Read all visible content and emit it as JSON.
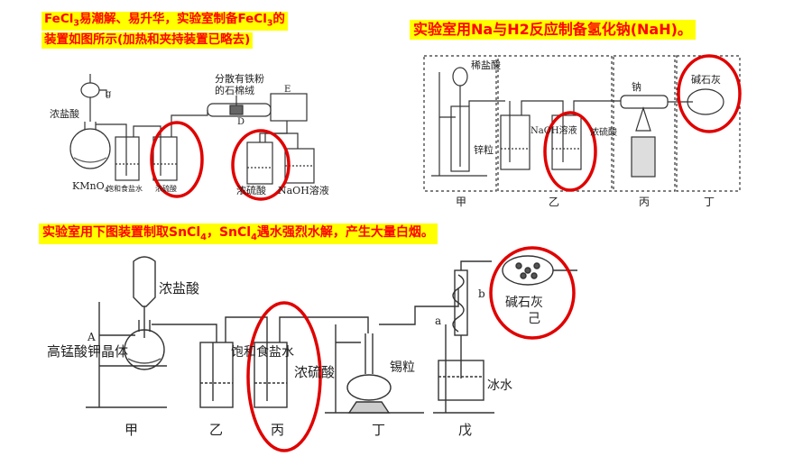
{
  "headings": {
    "fecl3_line1_a": "FeCl",
    "fecl3_line1_sub": "3",
    "fecl3_line1_b": "易潮解、易升华，实验室制备FeCl",
    "fecl3_line1_sub2": "3",
    "fecl3_line1_c": "的",
    "fecl3_line2": "装置如图所示(加热和夹持装置已略去)",
    "nah": "实验室用Na与H2反应制备氢化钠(NaH)。",
    "sncl4_a": "实验室用下图装置制取SnCl",
    "sncl4_sub1": "4",
    "sncl4_b": "，SnCl",
    "sncl4_sub2": "4",
    "sncl4_c": "遇水强烈水解，产生大量白烟。"
  },
  "fecl3_diagram": {
    "label_g": "g",
    "label_conc_hcl": "浓盐酸",
    "label_kmno4": "KMnO",
    "label_kmno4_sub": "4",
    "label_sat_nacl": "饱和食盐水",
    "label_conc_h2so4_small": "浓硫酸",
    "label_iron_wool_1": "分散有铁粉",
    "label_iron_wool_2": "的石棉绒",
    "label_D": "D",
    "label_E": "E",
    "label_conc_h2so4": "浓硫酸",
    "label_naoh": "NaOH溶液"
  },
  "nah_diagram": {
    "label_dilute_hcl": "稀盐酸",
    "label_zinc": "锌粒",
    "label_naoh_sol": "NaOH溶液",
    "label_conc_h2so4": "浓硫酸",
    "label_na": "钠",
    "label_soda_lime": "碱石灰",
    "label_jia": "甲",
    "label_yi": "乙",
    "label_bing": "丙",
    "label_ding": "丁"
  },
  "sncl4_diagram": {
    "label_conc_hcl": "浓盐酸",
    "label_A": "A",
    "label_kmno4_crystal": "高锰酸钾晶体",
    "label_sat_nacl": "饱和食盐水",
    "label_conc_h2so4": "浓硫酸",
    "label_tin": "锡粒",
    "label_a": "a",
    "label_b": "b",
    "label_soda_lime": "碱石灰",
    "label_ji": "己",
    "label_ice_water": "冰水",
    "label_jia": "甲",
    "label_yi": "乙",
    "label_bing": "丙",
    "label_ding": "丁",
    "label_wu": "戊"
  },
  "colors": {
    "highlight": "#ffff00",
    "heading_text": "#ff0000",
    "ring": "#e00000"
  }
}
